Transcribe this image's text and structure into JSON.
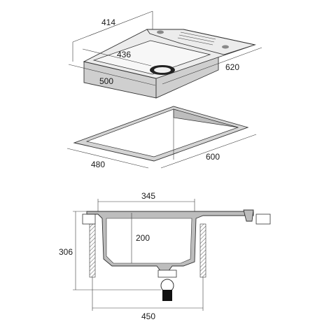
{
  "dimensions": {
    "sink_outer_depth": "414",
    "bowl_width": "436",
    "sink_outer_width": "500",
    "sink_total_length": "620",
    "cutout_width": "480",
    "cutout_length": "600",
    "bowl_inner_width": "345",
    "bowl_depth": "200",
    "total_height": "306",
    "cabinet_width": "450"
  },
  "colors": {
    "line": "#2a2a2a",
    "body_grey": "#cfcfcf",
    "top_grey": "#ececec",
    "hatch": "#555555",
    "waste_black": "#111111"
  }
}
